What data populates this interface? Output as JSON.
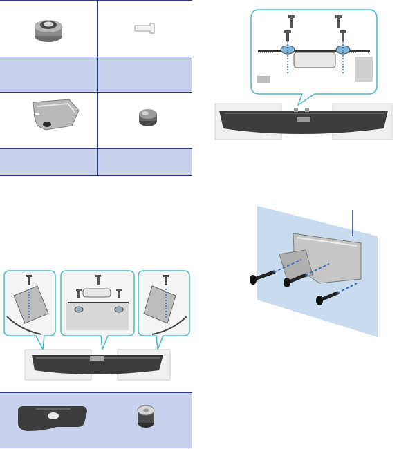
{
  "page": {
    "description_text": []
  },
  "parts_table_top": {
    "rows": [
      {
        "left_icon": "rubber-spacer-icon",
        "right_icon": "screw-anchor-icon"
      },
      {
        "left_label": "",
        "right_label": ""
      },
      {
        "left_icon": "wall-bracket-icon",
        "right_icon": "rubber-cap-icon"
      },
      {
        "left_label": "",
        "right_label": ""
      }
    ]
  },
  "figures": {
    "stand_mount_zoom": "stand-bracket-assembly-illustration",
    "wall_mount": "wall-bracket-mount-illustration",
    "three_bracket_install": "three-callout-stand-illustration"
  },
  "parts_table_bottom": {
    "left_icon": "holder-bracket-icon",
    "right_icon": "rubber-foot-icon"
  },
  "colors": {
    "table_rule": "#2b3a8c",
    "shaded_row": "#c9d0eb",
    "callout_border": "#4cb8c4",
    "arrow_blue": "#3a6fc4"
  }
}
